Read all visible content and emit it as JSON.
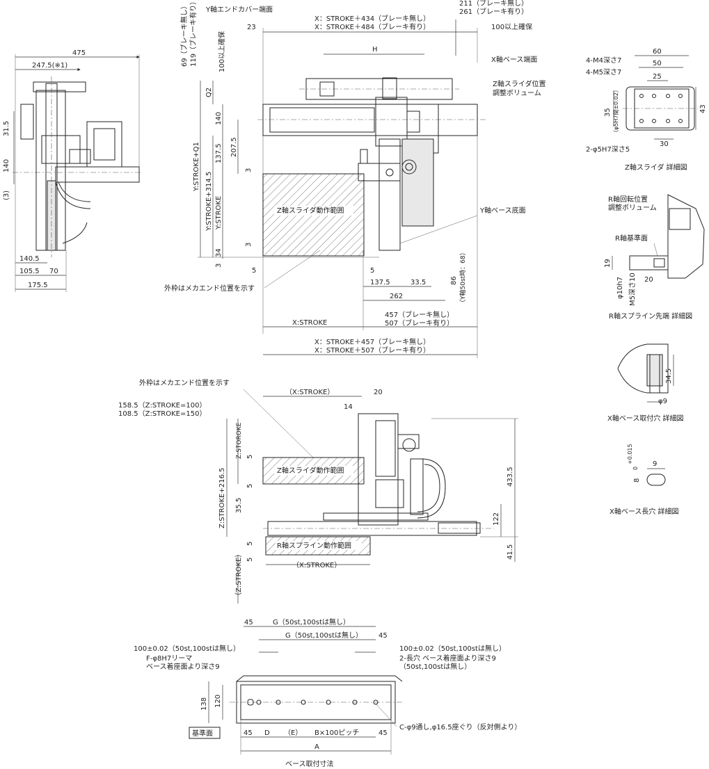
{
  "left_view": {
    "dims": [
      "475",
      "247.5(※1)",
      "31.5",
      "140",
      "(3)",
      "140.5",
      "105.5",
      "70",
      "175.5"
    ]
  },
  "top_view": {
    "y_end_cover": "Y軸エンドカバー端面",
    "x_stroke_434": "X：STROKE＋434（ブレーキ無し）",
    "x_stroke_484": "X：STROKE＋484（ブレーキ有り）",
    "d211": "211（ブレーキ無し）",
    "d261": "261（ブレーキ有り）",
    "d100": "100以上確保",
    "d23": "23",
    "d69": "69（ブレーキ無し）",
    "d119": "119（ブレーキ有り）",
    "d100v": "100以上確保",
    "H": "H",
    "x_base_end": "X軸ベース端面",
    "z_slider_pos": "Z軸スライダ位置",
    "z_slider_vol": "調整ボリューム",
    "Q2": "Q2",
    "d140": "140",
    "d137_5": "137.5",
    "d207_5": "207.5",
    "d3a": "3",
    "y_q1": "Y:STROKE+Q1",
    "y_314": "Y:STROKE+314.5",
    "y_stroke": "Y:STROKE",
    "z_range": "Z軸スライダ動作範囲",
    "y_base_bottom": "Y軸ベース底面",
    "d3b": "3",
    "d34": "34",
    "d3c": "3",
    "d5a": "5",
    "d5b": "5",
    "outer_note": "外枠はメカエンド位置を示す",
    "d137_5b": "137.5",
    "d33_5": "33.5",
    "d86": "86",
    "d68": "（Y軸50st時：68）",
    "d262": "262",
    "x_stroke": "X:STROKE",
    "d457": "457（ブレーキ無し）",
    "d507": "507（ブレーキ有り）",
    "x457": "X：STROKE＋457（ブレーキ無し）",
    "x507": "X：STROKE＋507（ブレーキ有り）"
  },
  "z_detail": {
    "m4": "4-M4深さ7",
    "m5": "4-M5深さ7",
    "d60": "60",
    "d50": "50",
    "d25": "25",
    "d35": "35",
    "tol": "（φ5H7間±0.02）",
    "d43": "43",
    "d30": "30",
    "h7": "2-φ5H7深さ5",
    "caption": "Z軸スライダ 詳細図"
  },
  "r_detail": {
    "r_rot": "R軸回転位置",
    "r_vol": "調整ボリューム",
    "r_ref": "R軸基準面",
    "d19": "19",
    "d20": "20",
    "d10h7": "φ10h7",
    "m5": "M5深さ10",
    "caption": "R軸スプライン先端 詳細図"
  },
  "x_hole_detail": {
    "d34_5": "34.5",
    "d9": "φ9",
    "caption": "X軸ベース取付穴 詳細図"
  },
  "x_slot_detail": {
    "d8": "8",
    "tol": "+0.015",
    "tol0": "0",
    "d9": "9",
    "caption": "X軸ベース長穴 詳細図"
  },
  "front_view": {
    "outer_note": "外枠はメカエンド位置を示す",
    "x_stroke": "（X:STROKE）",
    "d20": "20",
    "d14": "14",
    "z100": "158.5（Z:STROKE=100）",
    "z150": "108.5（Z:STROKE=150）",
    "zstroke_top": "Z:STOROKE",
    "d5a": "5",
    "z216": "Z:STROKE+216.5",
    "d35_5": "35.5",
    "d5b": "5",
    "z_range": "Z軸スライダ動作範囲",
    "r_range": "R軸スプライン動作範囲",
    "d433_5": "433.5",
    "d122": "122",
    "d41_5": "41.5",
    "d5c": "5",
    "d5d": "5",
    "x_stroke_b": "（X:STROKE）",
    "zstroke_bot": "（Z:STROKE）"
  },
  "base_view": {
    "d45a": "45",
    "G1": "G（50st,100stは無し）",
    "G2": "G（50st,100stは無し）",
    "d45b": "45",
    "tol_l": "100±0.02（50st,100stは無し）",
    "tol_r": "100±0.02（50st,100stは無し）",
    "F": "F-φ8H7リーマ",
    "F2": "ベース着座面より深さ9",
    "slot": "2-長穴 ベース着座面より深さ9",
    "slot2": "（50st,100stは無し）",
    "d138": "138",
    "d120": "120",
    "ref": "基準面",
    "d45c": "45",
    "D": "D",
    "E": "（E）",
    "B": "B×100ピッチ",
    "d45d": "45",
    "C": "C-φ9通し,φ16.5座ぐり（反対側より）",
    "A": "A",
    "caption": "ベース取付寸法"
  }
}
